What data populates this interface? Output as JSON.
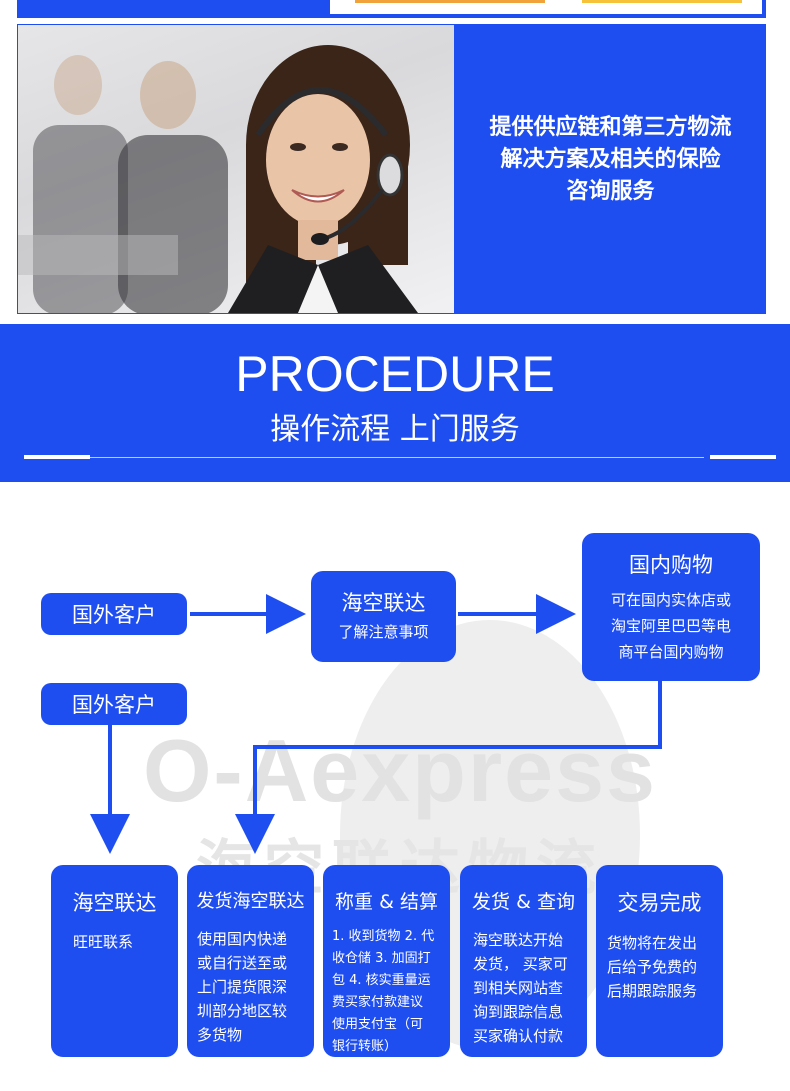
{
  "banner": {
    "service_line1": "提供供应链和第三方物流",
    "service_line2": "解决方案及相关的保险",
    "service_line3": "咨询服务"
  },
  "procedure": {
    "title": "PROCEDURE",
    "subtitle": "操作流程 上门服务"
  },
  "watermark": {
    "english": "O-Aexpress",
    "chinese": "海空联达物流"
  },
  "flow": {
    "foreign_customer_1": "国外客户",
    "foreign_customer_2": "国外客户",
    "haikong": {
      "title": "海空联达",
      "body": "了解注意事项"
    },
    "domestic_shopping": {
      "title": "国内购物",
      "lines": [
        "可在国内实体店或",
        "淘宝阿里巴巴等电",
        "商平台国内购物"
      ]
    },
    "steps": [
      {
        "title": "海空联达",
        "lines": [
          "旺旺联系"
        ]
      },
      {
        "title": "发货海空联达",
        "lines": [
          "使用国内快递",
          "或自行送至或",
          "上门提货限深",
          "圳部分地区较",
          "多货物"
        ]
      },
      {
        "title": "称重 & 结算",
        "lines": [
          "1. 收到货物 2. 代",
          "收仓储 3. 加固打",
          "包 4. 核实重量运",
          "费买家付款建议",
          "使用支付宝（可",
          "银行转账）"
        ]
      },
      {
        "title": "发货 & 查询",
        "lines": [
          "海空联达开始",
          "发货， 买家可",
          "到相关网站查",
          "询到跟踪信息",
          "买家确认付款"
        ]
      },
      {
        "title": "交易完成",
        "lines": [
          "货物将在发出",
          "后给予免费的",
          "后期跟踪服务"
        ]
      }
    ]
  },
  "colors": {
    "brand_blue": "#1f4ef0",
    "white": "#ffffff"
  },
  "icons": {
    "arrows": "arrow-right-icon, arrow-down-icon"
  }
}
